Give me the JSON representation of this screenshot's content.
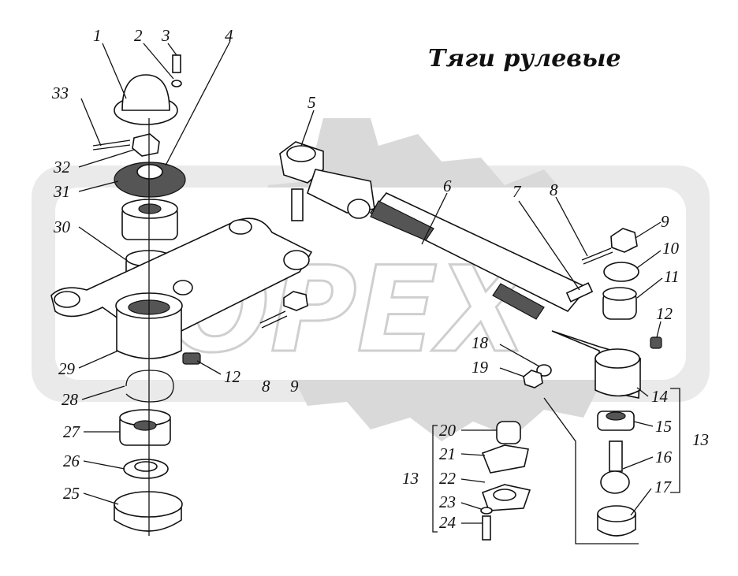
{
  "title": "Тяги рулевые",
  "watermark": "OPEX",
  "labels": {
    "n1": "1",
    "n2": "2",
    "n3": "3",
    "n4": "4",
    "n5": "5",
    "n6": "6",
    "n7": "7",
    "n8a": "8",
    "n8b": "8",
    "n9a": "9",
    "n9b": "9",
    "n10": "10",
    "n11": "11",
    "n12a": "12",
    "n12b": "12",
    "n13a": "13",
    "n13b": "13",
    "n14": "14",
    "n15": "15",
    "n16": "16",
    "n17": "17",
    "n18": "18",
    "n19": "19",
    "n20": "20",
    "n21": "21",
    "n22": "22",
    "n23": "23",
    "n24": "24",
    "n25": "25",
    "n26": "26",
    "n27": "27",
    "n28": "28",
    "n29": "29",
    "n30": "30",
    "n31": "31",
    "n32": "32",
    "n33": "33"
  }
}
